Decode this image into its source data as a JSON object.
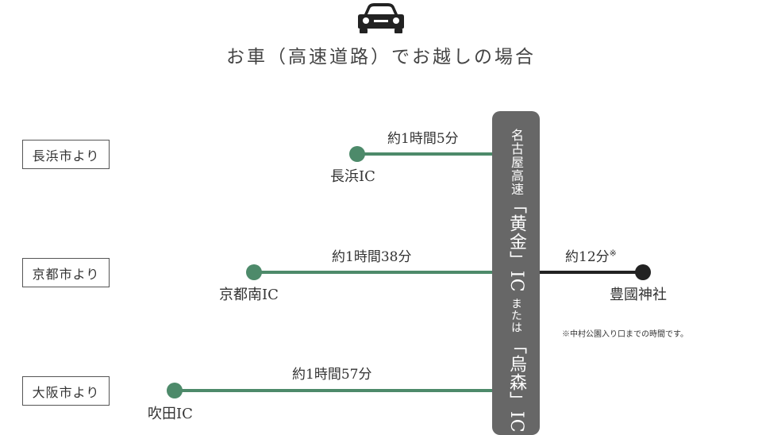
{
  "header": {
    "icon": "car-icon",
    "title": "お車（高速道路）でお越しの場合"
  },
  "routes": [
    {
      "origin": "長浜市より",
      "ic": "長浜IC",
      "time": "約1時間5分"
    },
    {
      "origin": "京都市より",
      "ic": "京都南IC",
      "time": "約1時間38分"
    },
    {
      "origin": "大阪市より",
      "ic": "吹田IC",
      "time": "約1時間57分"
    }
  ],
  "highway": {
    "line1": "名古屋高速",
    "line2": "「黄金」",
    "line3": "IC",
    "line4": "または",
    "line5": "「烏森」",
    "line6": "IC"
  },
  "destination": {
    "name": "豊國神社",
    "time": "約12分",
    "mark": "※",
    "note": "※中村公園入り口までの時間です。"
  },
  "colors": {
    "route": "#4d8a6a",
    "highway": "#676767",
    "destination": "#222222"
  }
}
